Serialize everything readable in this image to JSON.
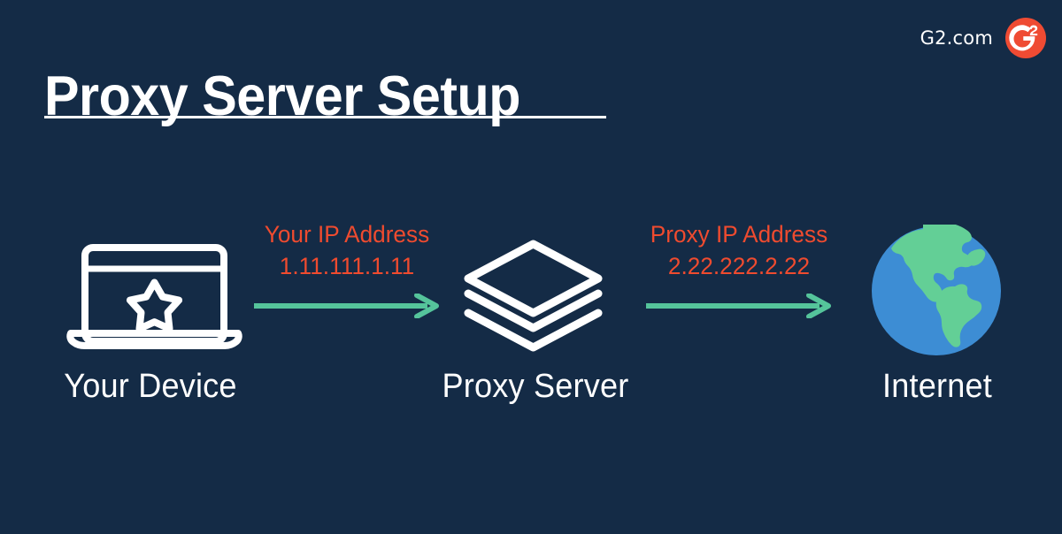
{
  "brand": {
    "name": "G2.com",
    "logo_icon": "g2-circle-logo",
    "logo_letter": "G",
    "logo_superscript": "2",
    "logo_color": "#ef4b33"
  },
  "header": {
    "title": "Proxy Server Setup",
    "rule_color": "#ffffff"
  },
  "theme": {
    "background": "#142b46",
    "text": "#ffffff",
    "accent_orange": "#ef4b2f",
    "accent_green": "#55c49b",
    "globe_ocean": "#3d8dd4",
    "globe_land": "#63cf96"
  },
  "diagram": {
    "nodes": [
      {
        "id": "device",
        "label": "Your Device",
        "icon": "laptop-star-icon"
      },
      {
        "id": "proxy",
        "label": "Proxy Server",
        "icon": "layers-stack-icon"
      },
      {
        "id": "internet",
        "label": "Internet",
        "icon": "globe-americas-icon"
      }
    ],
    "connectors": [
      {
        "id": "device-to-proxy",
        "title": "Your IP Address",
        "value": "1.11.111.1.11",
        "arrow_icon": "arrow-right-icon",
        "direction": "right"
      },
      {
        "id": "proxy-to-internet",
        "title": "Proxy IP Address",
        "value": "2.22.222.2.22",
        "arrow_icon": "arrow-right-icon",
        "direction": "right"
      }
    ]
  }
}
